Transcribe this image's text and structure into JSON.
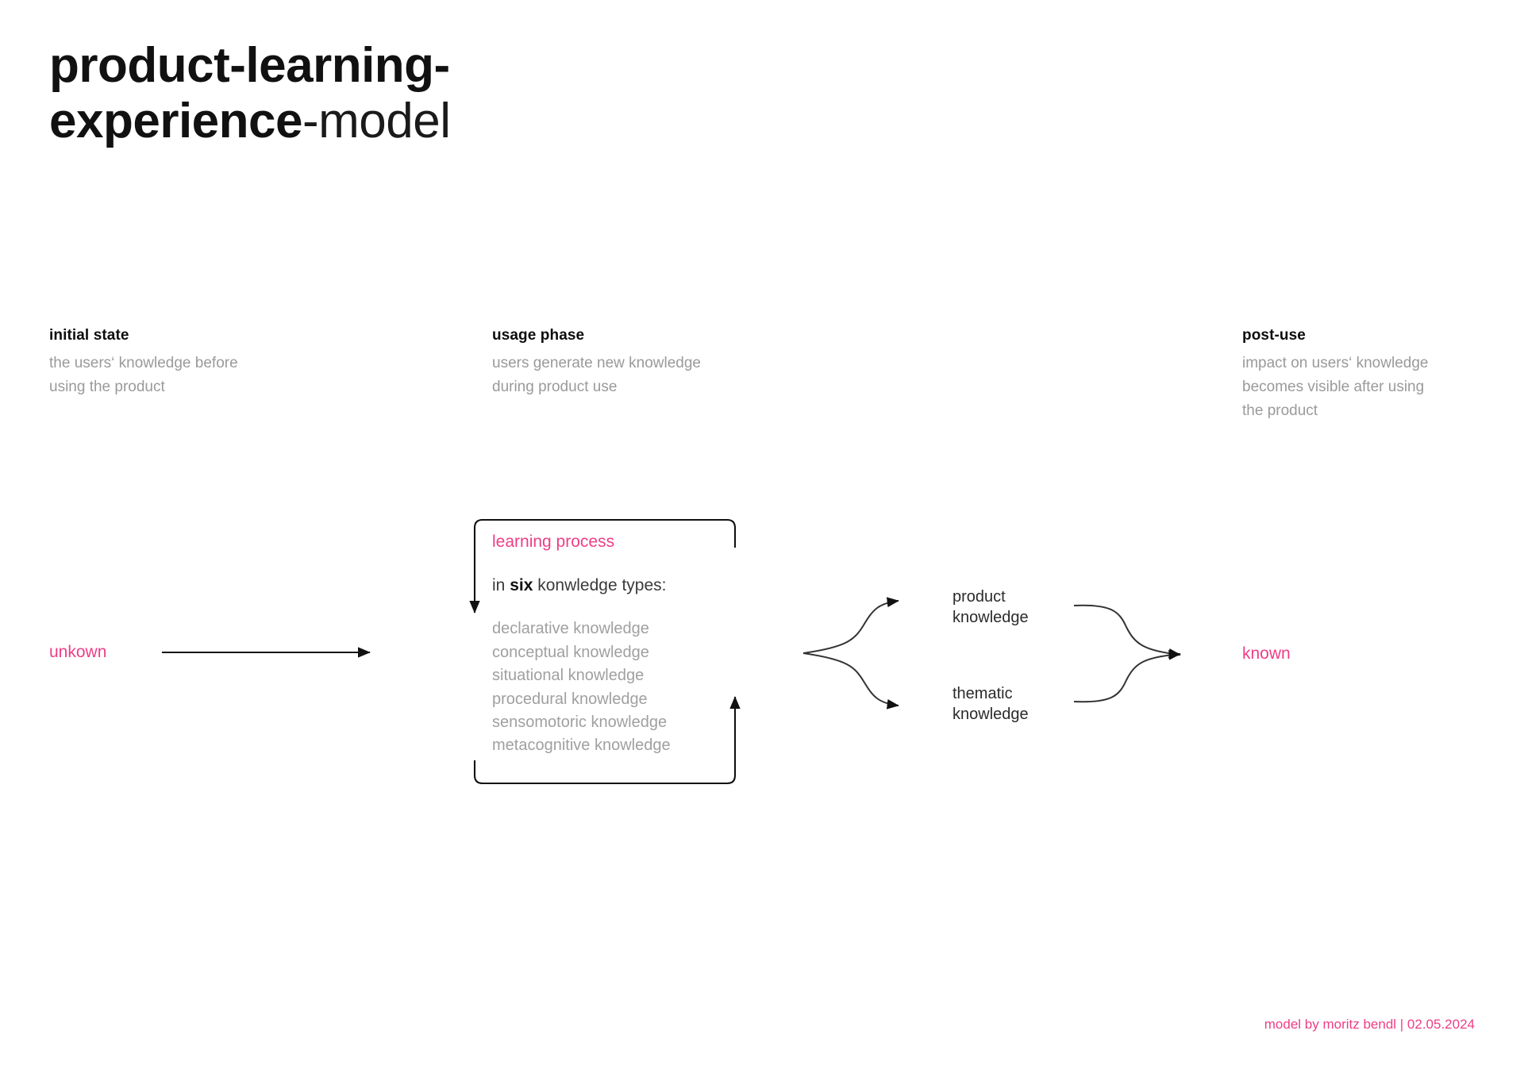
{
  "title": {
    "line1_strong": "product-learning-",
    "line2_strong": "experience",
    "line2_light": "-model"
  },
  "accent_color": "#ee3e86",
  "muted_color": "#9a9a9a",
  "columns": [
    {
      "key": "initial_state",
      "heading": "initial state",
      "desc_lines": [
        "the users‘ knowledge before",
        "using the product"
      ]
    },
    {
      "key": "usage_phase",
      "heading": "usage phase",
      "desc_lines": [
        "users generate new knowledge",
        "during product use"
      ]
    },
    {
      "key": "post_use",
      "heading": "post-use",
      "desc_lines": [
        "impact on users‘ knowledge",
        "becomes visible after using",
        "the product"
      ]
    }
  ],
  "endpoints": {
    "start_label": "unkown",
    "end_label": "known"
  },
  "learning_process": {
    "title": "learning process",
    "subtitle_prefix": "in ",
    "subtitle_emphasis": "six",
    "subtitle_suffix": " konwledge types:",
    "knowledge_types": [
      "declarative knowledge",
      "conceptual knowledge",
      "situational knowledge",
      "procedural knowledge",
      "sensomotoric knowledge",
      "metacognitive knowledge"
    ]
  },
  "outcomes": [
    {
      "key": "product",
      "line1": "product",
      "line2": "knowledge"
    },
    {
      "key": "thematic",
      "line1": "thematic",
      "line2": "knowledge"
    }
  ],
  "footer": {
    "credit": "model by moritz bendl | 02.05.2024"
  }
}
